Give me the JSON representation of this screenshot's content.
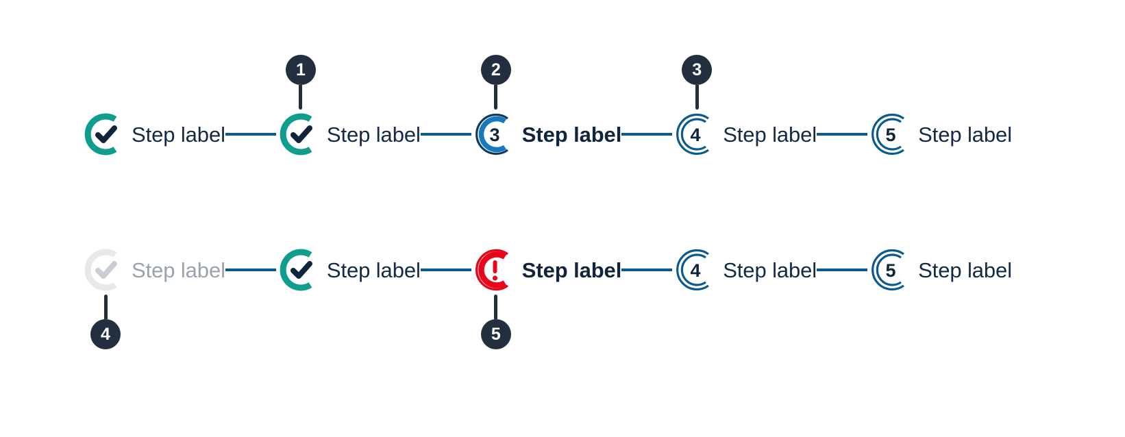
{
  "meta": {
    "component": "step-indicator",
    "background": "#ffffff"
  },
  "colors": {
    "success": "#0f9e8e",
    "active_outer_ring": "#12395f",
    "active_inner_ring": "#1479bd",
    "pending_ring": "#0b5a8e",
    "error": "#e8071a",
    "disabled": "#e6e8ea",
    "disabled_text": "#9aa3ad",
    "label_text": "#122a45",
    "connector": "#0b5a8e",
    "badge_fill": "#232f3e",
    "badge_text": "#ffffff",
    "check_mark": "#10243b"
  },
  "rows": [
    {
      "name": "row-top",
      "steps": [
        {
          "id": "top-step-1",
          "state": "success",
          "icon": "check-circle-icon",
          "label": "Step label",
          "number": null,
          "badge": null
        },
        {
          "id": "top-step-2",
          "state": "success",
          "icon": "check-circle-icon",
          "label": "Step label",
          "number": null,
          "badge": {
            "number": "1",
            "position": "above"
          }
        },
        {
          "id": "top-step-3",
          "state": "active",
          "icon": "active-ring-icon",
          "label": "Step label",
          "number": "3",
          "badge": {
            "number": "2",
            "position": "above"
          }
        },
        {
          "id": "top-step-4",
          "state": "pending",
          "icon": "pending-ring-icon",
          "label": "Step label",
          "number": "4",
          "badge": {
            "number": "3",
            "position": "above"
          }
        },
        {
          "id": "top-step-5",
          "state": "pending",
          "icon": "pending-ring-icon",
          "label": "Step label",
          "number": "5",
          "badge": null
        }
      ]
    },
    {
      "name": "row-bottom",
      "steps": [
        {
          "id": "bottom-step-1",
          "state": "disabled",
          "icon": "check-circle-icon",
          "label": "Step label",
          "number": null,
          "badge": {
            "number": "4",
            "position": "below"
          }
        },
        {
          "id": "bottom-step-2",
          "state": "success",
          "icon": "check-circle-icon",
          "label": "Step label",
          "number": null,
          "badge": null
        },
        {
          "id": "bottom-step-3",
          "state": "error",
          "icon": "error-ring-icon",
          "label": "Step label",
          "number": null,
          "badge": {
            "number": "5",
            "position": "below"
          }
        },
        {
          "id": "bottom-step-4",
          "state": "pending",
          "icon": "pending-ring-icon",
          "label": "Step label",
          "number": "4",
          "badge": null
        },
        {
          "id": "bottom-step-5",
          "state": "pending",
          "icon": "pending-ring-icon",
          "label": "Step label",
          "number": "5",
          "badge": null
        }
      ]
    }
  ]
}
